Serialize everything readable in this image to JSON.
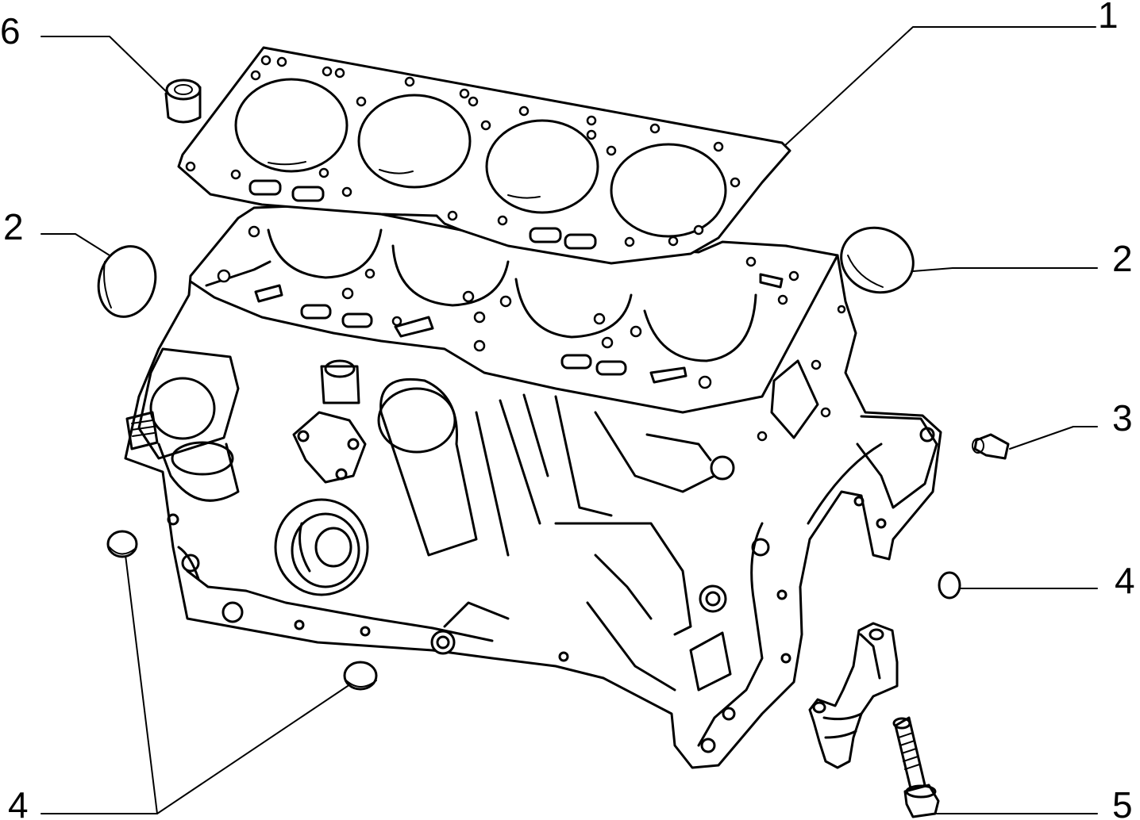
{
  "callouts": {
    "head_gasket": "1",
    "plug_left": "2",
    "plug_right": "2",
    "dowel_right": "3",
    "plug_small_left": "4",
    "plug_small_right": "4",
    "plugs_bottom": "4",
    "bolt": "5",
    "bushing": "6"
  }
}
